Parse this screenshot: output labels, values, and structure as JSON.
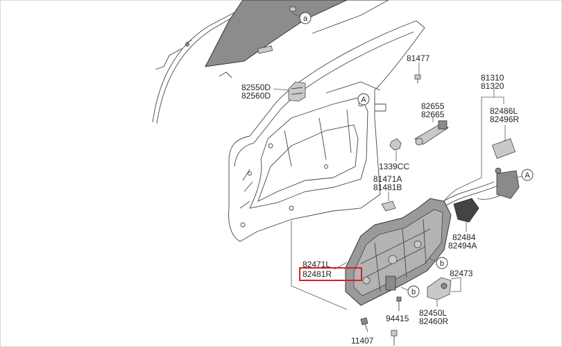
{
  "diagram": {
    "part_numbers": {
      "p81477": "81477",
      "p81310": "81310",
      "p81320": "81320",
      "p82550D": "82550D",
      "p82560D": "82560D",
      "p82655": "82655",
      "p82665": "82665",
      "p82486L": "82486L",
      "p82496R": "82496R",
      "p1339CC": "1339CC",
      "p81471A": "81471A",
      "p81481B": "81481B",
      "p82484": "82484",
      "p82494A": "82494A",
      "p82471L": "82471L",
      "p82481R": "82481R",
      "p82473": "82473",
      "p94415": "94415",
      "p82450L": "82450L",
      "p82460R": "82460R",
      "p11407": "11407"
    },
    "callouts": {
      "a": "a",
      "A": "A",
      "b": "b"
    },
    "highlight_label": "82481R"
  }
}
